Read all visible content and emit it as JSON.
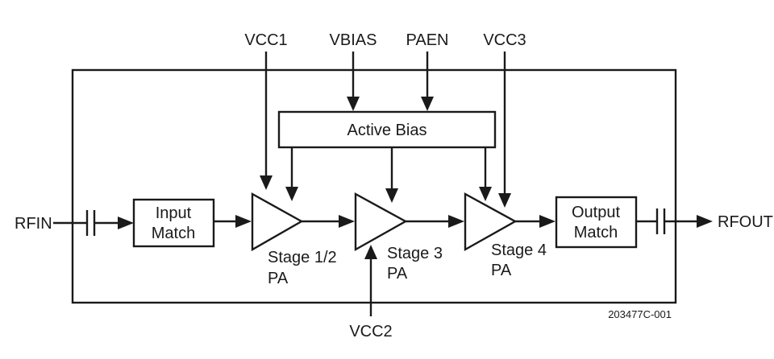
{
  "diagram": {
    "signals": {
      "vcc1": "VCC1",
      "vbias": "VBIAS",
      "paen": "PAEN",
      "vcc3": "VCC3",
      "vcc2": "VCC2",
      "rfin": "RFIN",
      "rfout": "RFOUT"
    },
    "blocks": {
      "active_bias": "Active Bias",
      "input_match_line1": "Input",
      "input_match_line2": "Match",
      "output_match_line1": "Output",
      "output_match_line2": "Match"
    },
    "stages": {
      "stage12_line1": "Stage 1/2",
      "stage12_line2": "PA",
      "stage3_line1": "Stage 3",
      "stage3_line2": "PA",
      "stage4_line1": "Stage 4",
      "stage4_line2": "PA"
    },
    "figure_id": "203477C-001"
  }
}
